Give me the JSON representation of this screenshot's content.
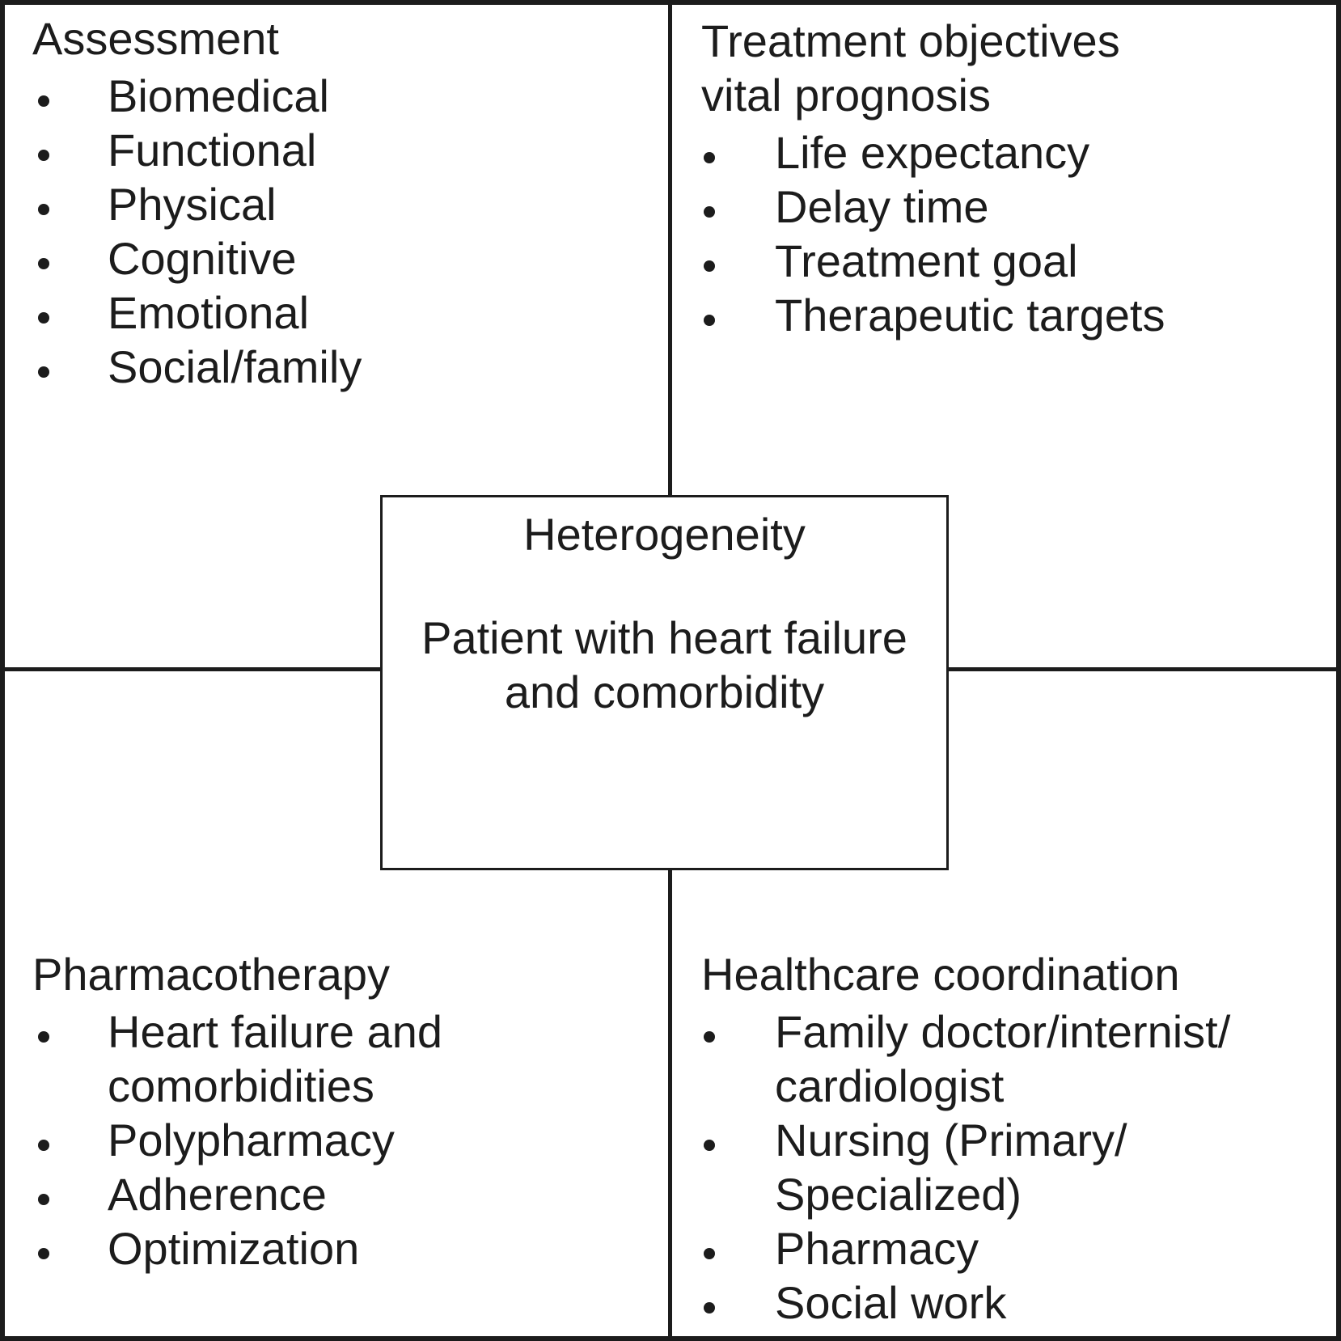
{
  "figure": {
    "background_color": "#ffffff",
    "line_color": "#1c1c1c",
    "text_color": "#1c1c1c"
  },
  "quadrants": {
    "top_left": {
      "heading": "Assessment",
      "items": [
        "Biomedical",
        "Functional",
        "Physical",
        "Cognitive",
        "Emotional",
        "Social/family"
      ]
    },
    "top_right": {
      "heading": "Treatment objectives\nvital prognosis",
      "items": [
        "Life expectancy",
        "Delay time",
        "Treatment goal",
        "Therapeutic targets"
      ]
    },
    "bottom_left": {
      "heading": "Pharmacotherapy",
      "items": [
        "Heart failure and\ncomorbidities",
        "Polypharmacy",
        "Adherence",
        "Optimization"
      ]
    },
    "bottom_right": {
      "heading": "Healthcare coordination",
      "items": [
        "Family doctor/internist/\ncardiologist",
        "Nursing (Primary/\nSpecialized)",
        "Pharmacy",
        "Social work"
      ]
    }
  },
  "center_box": {
    "title": "Heterogeneity",
    "subtitle": "Patient with heart failure\nand comorbidity"
  }
}
